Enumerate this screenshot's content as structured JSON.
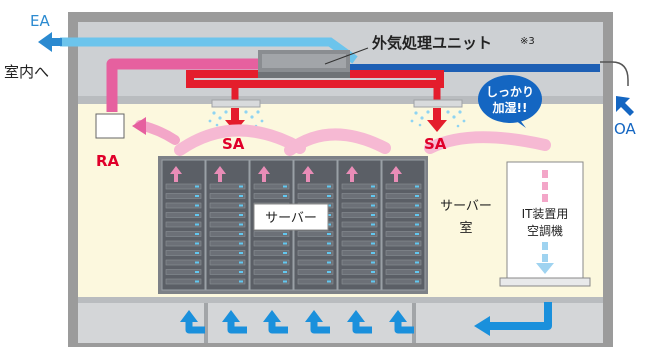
{
  "labels": {
    "ea": "EA",
    "indoor": "室内へ",
    "oa": "OA",
    "ra": "RA",
    "sa_left": "SA",
    "sa_right": "SA",
    "unit": "外気処理ユニット",
    "unit_note": "※3",
    "bubble_line1": "しっかり",
    "bubble_line2": "加湿!!",
    "server": "サーバー",
    "server_room_line1": "サーバー",
    "server_room_line2": "室",
    "it_ac_line1": "IT装置用",
    "it_ac_line2": "空調機"
  },
  "colors": {
    "building_gray": "#9b9b9b",
    "ceiling_gray": "#c7c9cc",
    "room_cream": "#fcf8de",
    "duct_blue_light": "#6cc4ec",
    "duct_blue_dark": "#1d5fb4",
    "duct_pink": "#e6609f",
    "duct_red": "#e41d2c",
    "arrow_pink_light": "#f6b9d3",
    "floor_arrow_blue": "#1a90dc",
    "label_blue": "#2b8ad0",
    "label_red": "#e0002a",
    "bubble_blue": "#1466c2",
    "rack_dark": "#5b5f66",
    "rack_led": "#62c8f0"
  }
}
